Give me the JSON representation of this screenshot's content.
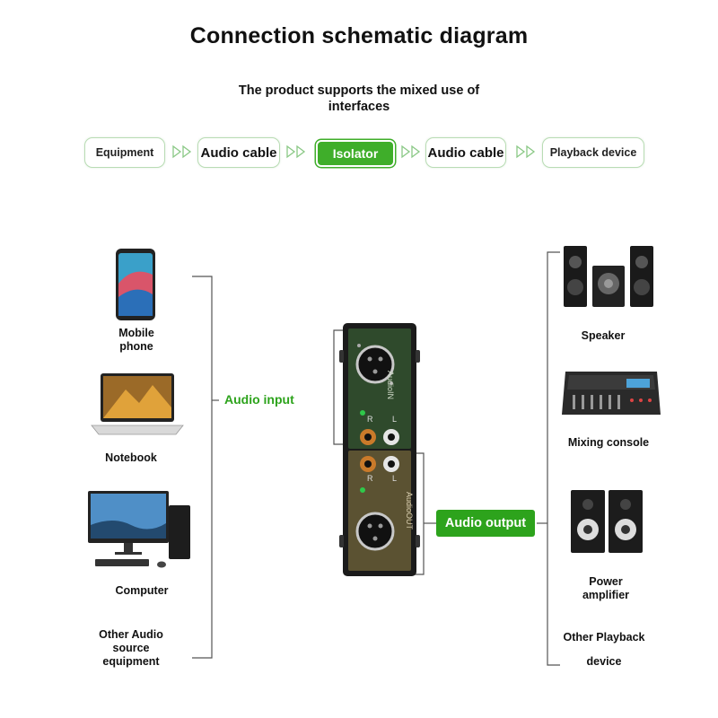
{
  "title": "Connection schematic diagram",
  "subtitle": "The product supports the mixed use of interfaces",
  "flow": [
    {
      "label": "Equipment"
    },
    {
      "label": "Audio cable"
    },
    {
      "label": "Isolator"
    },
    {
      "label": "Audio cable"
    },
    {
      "label": "Playback device"
    }
  ],
  "inputs": {
    "heading": "Audio input",
    "devices": [
      {
        "label": "Mobile phone",
        "icon": "smartphone-icon"
      },
      {
        "label": "Notebook",
        "icon": "laptop-icon"
      },
      {
        "label": "Computer",
        "icon": "desktop-computer-icon"
      },
      {
        "label": "Other Audio source equipment"
      }
    ]
  },
  "outputs": {
    "heading": "Audio output",
    "devices": [
      {
        "label": "Speaker",
        "icon": "speaker-system-icon"
      },
      {
        "label": "Mixing console",
        "icon": "mixing-console-icon"
      },
      {
        "label": "Power amplifier",
        "icon": "bookshelf-speakers-icon"
      },
      {
        "label": "Other Playback device"
      }
    ]
  },
  "device": {
    "in_panel_text": "AudioIN",
    "out_panel_text": "AudioOUT",
    "jack_left": "L",
    "jack_right": "R"
  },
  "colors": {
    "accent_green": "#2da31c",
    "flow_border": "#b9dcb4",
    "in_panel": "#2f4a2c",
    "out_panel": "#5b5232"
  }
}
